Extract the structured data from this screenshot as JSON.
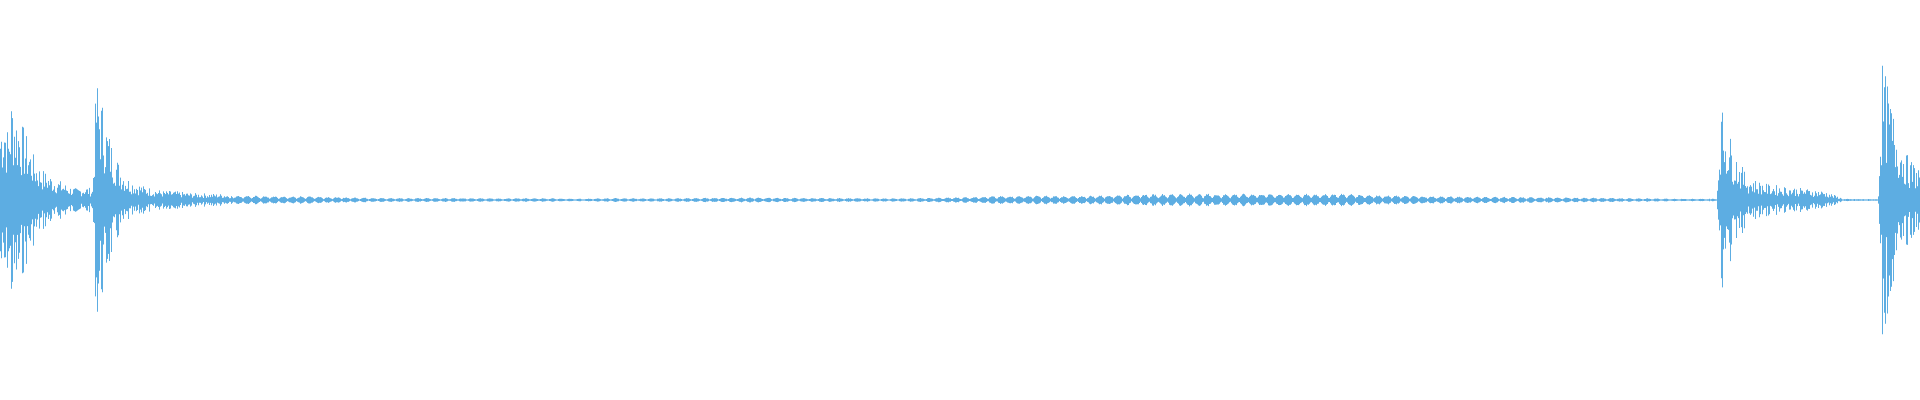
{
  "waveform": {
    "color": "#5dade2",
    "background": "#ffffff",
    "envelope_points": [
      [
        0.0,
        0.35
      ],
      [
        0.002,
        0.42
      ],
      [
        0.004,
        0.3
      ],
      [
        0.006,
        0.48
      ],
      [
        0.008,
        0.4
      ],
      [
        0.01,
        0.36
      ],
      [
        0.013,
        0.3
      ],
      [
        0.016,
        0.22
      ],
      [
        0.02,
        0.15
      ],
      [
        0.024,
        0.12
      ],
      [
        0.028,
        0.1
      ],
      [
        0.032,
        0.08
      ],
      [
        0.036,
        0.06
      ],
      [
        0.04,
        0.05
      ],
      [
        0.044,
        0.06
      ],
      [
        0.048,
        0.05
      ],
      [
        0.05,
        0.55
      ],
      [
        0.052,
        0.48
      ],
      [
        0.055,
        0.35
      ],
      [
        0.058,
        0.25
      ],
      [
        0.062,
        0.16
      ],
      [
        0.066,
        0.1
      ],
      [
        0.07,
        0.08
      ],
      [
        0.075,
        0.06
      ],
      [
        0.08,
        0.05
      ],
      [
        0.085,
        0.04
      ],
      [
        0.09,
        0.04
      ],
      [
        0.095,
        0.035
      ],
      [
        0.1,
        0.03
      ],
      [
        0.105,
        0.03
      ],
      [
        0.11,
        0.028
      ],
      [
        0.12,
        0.025
      ],
      [
        0.13,
        0.022
      ],
      [
        0.14,
        0.02
      ],
      [
        0.15,
        0.018
      ],
      [
        0.16,
        0.02
      ],
      [
        0.17,
        0.016
      ],
      [
        0.18,
        0.014
      ],
      [
        0.19,
        0.012
      ],
      [
        0.2,
        0.01
      ],
      [
        0.22,
        0.01
      ],
      [
        0.24,
        0.01
      ],
      [
        0.26,
        0.008
      ],
      [
        0.28,
        0.01
      ],
      [
        0.3,
        0.006
      ],
      [
        0.32,
        0.01
      ],
      [
        0.34,
        0.008
      ],
      [
        0.36,
        0.01
      ],
      [
        0.38,
        0.012
      ],
      [
        0.4,
        0.012
      ],
      [
        0.42,
        0.01
      ],
      [
        0.44,
        0.01
      ],
      [
        0.46,
        0.008
      ],
      [
        0.48,
        0.01
      ],
      [
        0.5,
        0.014
      ],
      [
        0.52,
        0.02
      ],
      [
        0.54,
        0.022
      ],
      [
        0.56,
        0.02
      ],
      [
        0.58,
        0.026
      ],
      [
        0.6,
        0.03
      ],
      [
        0.62,
        0.032
      ],
      [
        0.64,
        0.03
      ],
      [
        0.66,
        0.032
      ],
      [
        0.68,
        0.03
      ],
      [
        0.7,
        0.032
      ],
      [
        0.72,
        0.024
      ],
      [
        0.74,
        0.02
      ],
      [
        0.76,
        0.018
      ],
      [
        0.78,
        0.016
      ],
      [
        0.8,
        0.014
      ],
      [
        0.82,
        0.012
      ],
      [
        0.84,
        0.01
      ],
      [
        0.86,
        0.008
      ],
      [
        0.88,
        0.006
      ],
      [
        0.894,
        0.006
      ],
      [
        0.896,
        0.42
      ],
      [
        0.9,
        0.3
      ],
      [
        0.905,
        0.18
      ],
      [
        0.91,
        0.1
      ],
      [
        0.92,
        0.07
      ],
      [
        0.93,
        0.06
      ],
      [
        0.94,
        0.05
      ],
      [
        0.95,
        0.04
      ],
      [
        0.96,
        0.005
      ],
      [
        0.978,
        0.004
      ],
      [
        0.98,
        0.6
      ],
      [
        0.983,
        0.5
      ],
      [
        0.986,
        0.38
      ],
      [
        0.99,
        0.26
      ],
      [
        0.994,
        0.18
      ],
      [
        1.0,
        0.14
      ]
    ]
  }
}
